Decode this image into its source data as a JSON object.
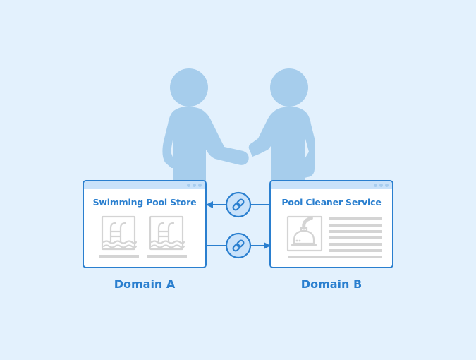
{
  "diagram": {
    "background": "#e3f1fd",
    "accent_color": "#2a7fcf",
    "figure_color": "#a6cdec",
    "placeholder_color": "#d4d4d4",
    "people": [
      {
        "name": "person-left",
        "icon": "person-silhouette"
      },
      {
        "name": "person-right",
        "icon": "person-silhouette"
      }
    ],
    "handshake_icon": "handshake",
    "domain_a": {
      "window_title": "Swimming Pool Store",
      "label": "Domain A",
      "products": [
        {
          "icon": "pool-ladder-icon"
        },
        {
          "icon": "pool-ladder-icon"
        }
      ]
    },
    "domain_b": {
      "window_title": "Pool Cleaner Service",
      "label": "Domain B",
      "product": {
        "icon": "pool-cleaner-icon"
      },
      "text_lines": 6
    },
    "connections": [
      {
        "direction": "B-to-A",
        "icon": "link-icon"
      },
      {
        "direction": "A-to-B",
        "icon": "link-icon"
      }
    ]
  }
}
